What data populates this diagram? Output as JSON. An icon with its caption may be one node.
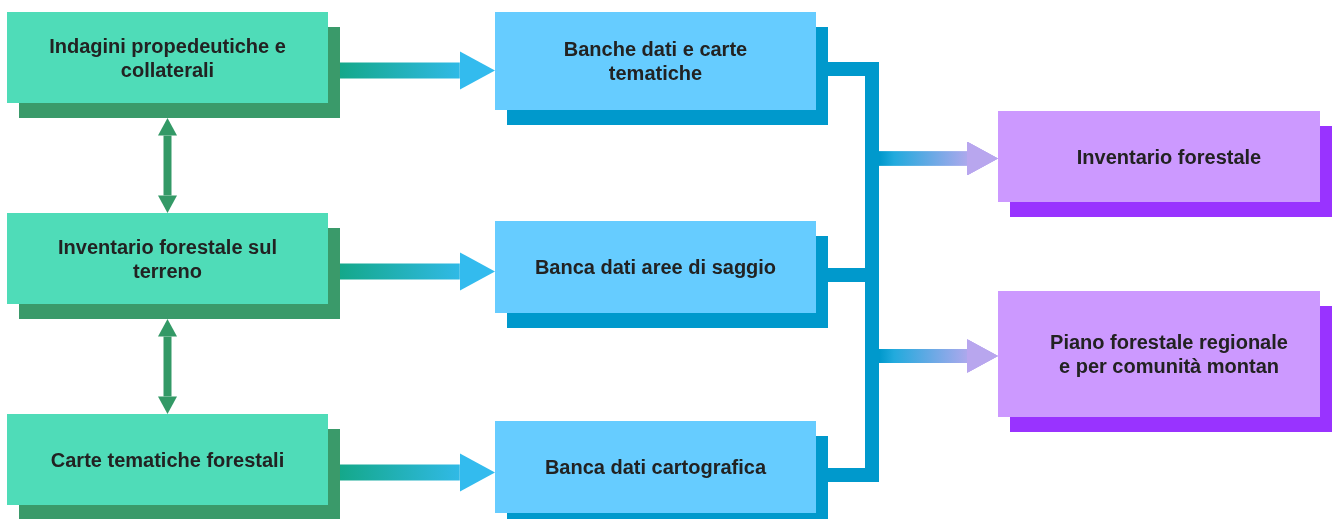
{
  "diagram": {
    "nodes": [
      {
        "text": [
          "Indagini propedeutiche e collaterali"
        ]
      },
      {
        "text": [
          "Inventario forestale sul terreno"
        ]
      },
      {
        "text": [
          "Carte tematiche forestali"
        ]
      },
      {
        "text": [
          "Banche dati e carte tematiche"
        ]
      },
      {
        "text": [
          "Banca dati aree di saggio"
        ]
      },
      {
        "text": [
          "Banca dati cartografica"
        ]
      },
      {
        "text": [
          "Inventario forestale"
        ]
      },
      {
        "text": [
          "Piano forestale regionale e per comunità montan"
        ]
      }
    ],
    "edges": [
      {
        "from": 0,
        "to": 3,
        "arrow": "to"
      },
      {
        "from": 1,
        "to": 4,
        "arrow": "to"
      },
      {
        "from": 2,
        "to": 5,
        "arrow": "to"
      },
      {
        "from": 0,
        "to": 1,
        "arrow": "both",
        "color": "#339966"
      },
      {
        "from": 1,
        "to": 2,
        "arrow": "both",
        "color": "#339966"
      },
      {
        "from": 3,
        "to": 6,
        "arrow": "to"
      },
      {
        "from": 3,
        "to": 7,
        "arrow": "to"
      },
      {
        "from": 4,
        "to": 6,
        "arrow": "to"
      },
      {
        "from": 4,
        "to": 7,
        "arrow": "to"
      },
      {
        "from": 5,
        "to": 6,
        "arrow": "to"
      },
      {
        "from": 5,
        "to": 7,
        "arrow": "to"
      }
    ]
  }
}
